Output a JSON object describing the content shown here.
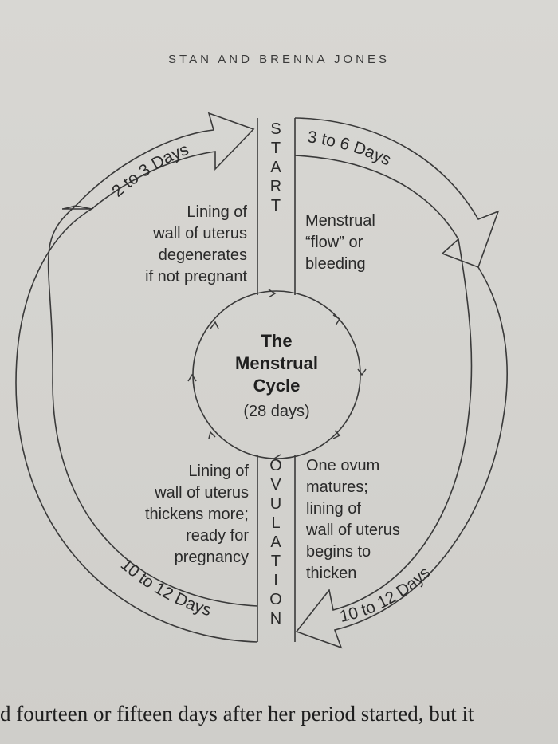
{
  "running_head": "STAN AND BRENNA JONES",
  "diagram": {
    "title_lines": [
      "The",
      "Menstrual",
      "Cycle"
    ],
    "subtitle": "(28 days)",
    "start_label": "START",
    "ovulation_label": "OVULATION",
    "arrow_labels": {
      "top_left": "2 to 3 Days",
      "top_right": "3 to 6 Days",
      "bottom_left": "10 to 12 Days",
      "bottom_right": "10 to 12 Days"
    },
    "quadrants": {
      "top_left": [
        "Lining of",
        "wall of uterus",
        "degenerates",
        "if not pregnant"
      ],
      "top_right": [
        "Menstrual",
        "“flow” or",
        "bleeding"
      ],
      "bottom_left": [
        "Lining of",
        "wall of uterus",
        "thickens more;",
        "ready for",
        "pregnancy"
      ],
      "bottom_right": [
        "One ovum",
        "matures;",
        "lining of",
        "wall of uterus",
        "begins to",
        "thicken"
      ]
    }
  },
  "body_text": "d fourteen or fifteen days after her period started, but it"
}
